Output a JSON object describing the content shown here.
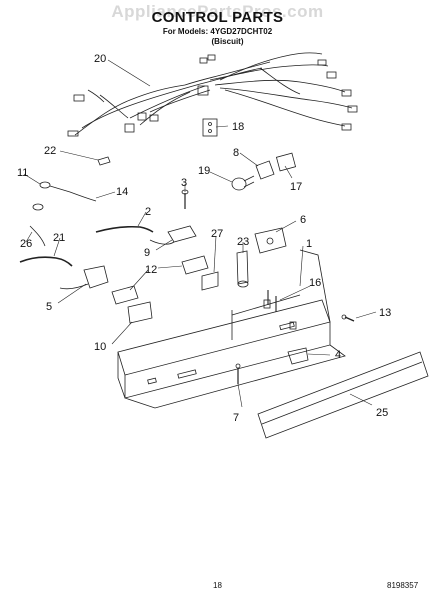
{
  "watermark": "AppliancePartsPros.com",
  "header": {
    "title": "CONTROL PARTS",
    "models_line": "For Models: 4YGD27DCHT02",
    "variant": "(Biscuit)"
  },
  "footer": {
    "page_number": "18",
    "document_number": "8198357"
  },
  "callouts": [
    "20",
    "18",
    "22",
    "8",
    "19",
    "17",
    "11",
    "14",
    "3",
    "2",
    "6",
    "26",
    "21",
    "27",
    "9",
    "23",
    "1",
    "12",
    "16",
    "5",
    "13",
    "10",
    "4",
    "7",
    "25"
  ]
}
